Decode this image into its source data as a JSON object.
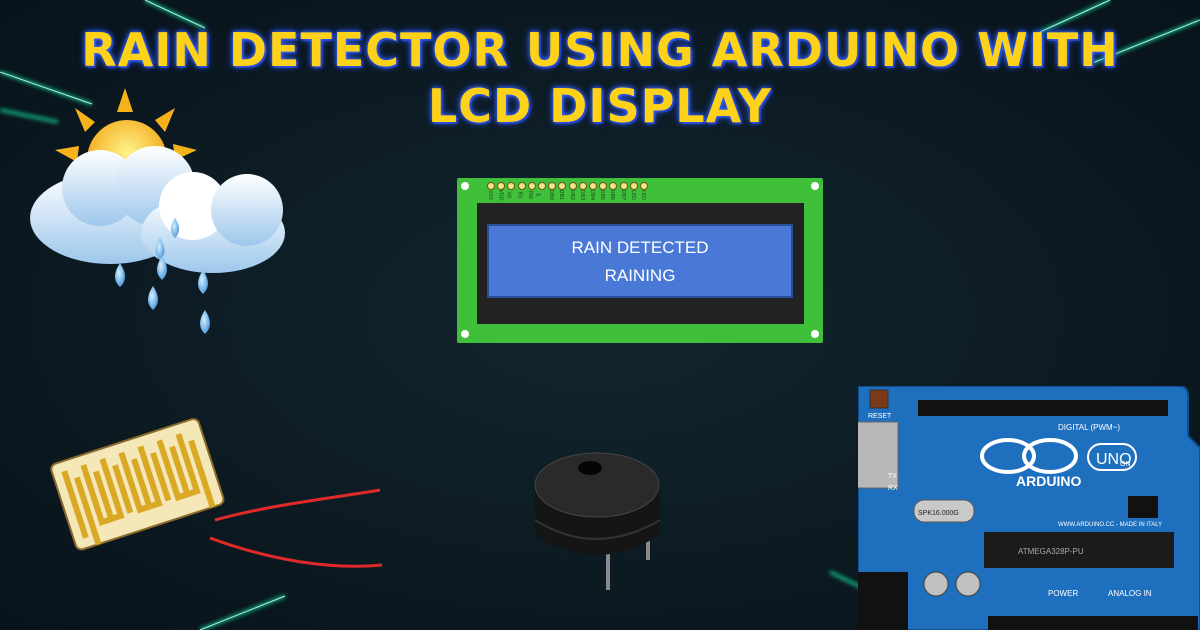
{
  "title": {
    "line1": "RAIN DETECTOR USING ARDUINO WITH",
    "line2": "LCD DISPLAY"
  },
  "lcd": {
    "line1": "RAIN DETECTED",
    "line2": "RAINING",
    "pin_labels": [
      "VSS",
      "VDD",
      "V0",
      "RS",
      "RW",
      "E",
      "DB0",
      "DB1",
      "DB2",
      "DB3",
      "DB4",
      "DB5",
      "DB6",
      "DB7",
      "LED",
      "LED"
    ]
  },
  "arduino": {
    "brand": "ARDUINO",
    "model": "UNO",
    "digital_label": "DIGITAL (PWM~)",
    "power_label": "POWER",
    "analog_label": "ANALOG IN",
    "reset_label": "RESET",
    "website": "WWW.ARDUINO.CC - MADE IN ITALY",
    "crystal": "SPK16.000G",
    "chip": "ATMEGA328P-PU",
    "tx_label": "TX",
    "rx_label": "RX",
    "on_label": "ON"
  },
  "colors": {
    "background": "#0d1c24",
    "title": "#ffd21a",
    "lcd_board": "#3fbf3a",
    "lcd_screen": "#4a78d6",
    "arduino_board": "#1f6fbf",
    "glow_lines": "#19e6a6"
  }
}
